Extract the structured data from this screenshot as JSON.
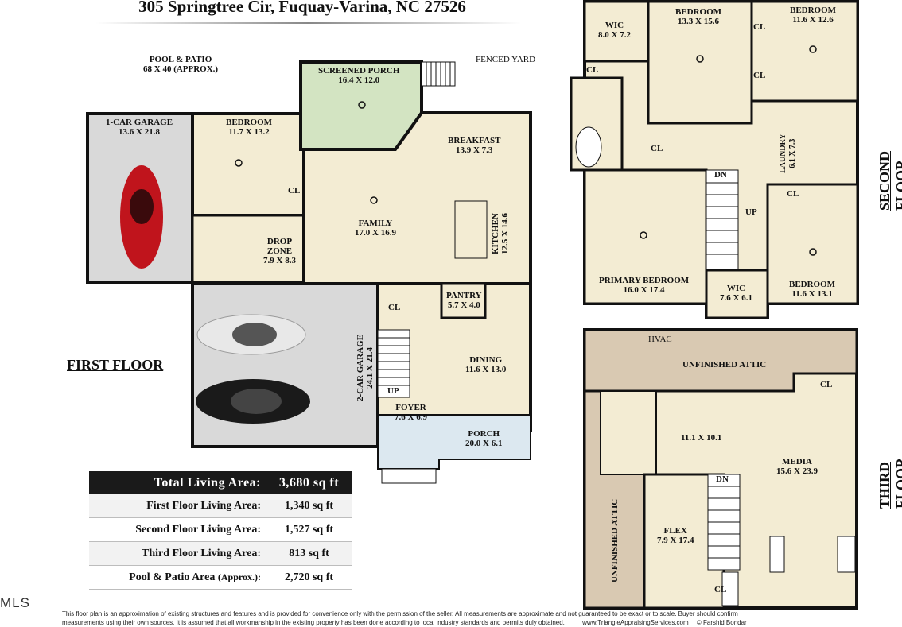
{
  "title": "305 Springtree Cir, Fuquay-Varina, NC 27526",
  "floors": {
    "first": "FIRST FLOOR",
    "second": "SECOND FLOOR",
    "third": "THIRD FLOOR"
  },
  "first_floor_rooms": {
    "pool_patio": {
      "name": "POOL & PATIO",
      "size": "68 X 40 (APPROX.)"
    },
    "fenced_yard": {
      "name": "FENCED YARD"
    },
    "garage1": {
      "name": "1-CAR GARAGE",
      "size": "13.6 X 21.8"
    },
    "bedroom": {
      "name": "BEDROOM",
      "size": "11.7 X 13.2"
    },
    "screened_porch": {
      "name": "SCREENED PORCH",
      "size": "16.4 X 12.0"
    },
    "breakfast": {
      "name": "BREAKFAST",
      "size": "13.9 X 7.3"
    },
    "family": {
      "name": "FAMILY",
      "size": "17.0 X 16.9"
    },
    "kitchen": {
      "name": "KITCHEN",
      "size": "12.5 X 14.6"
    },
    "closet": {
      "name": "CL"
    },
    "drop_zone": {
      "name1": "DROP",
      "name2": "ZONE",
      "size": "7.9 X 8.3"
    },
    "pantry": {
      "name": "PANTRY",
      "size": "5.7 X 4.0"
    },
    "closet2": {
      "name": "CL"
    },
    "garage2": {
      "name": "2-CAR GARAGE",
      "size": "24.1 X 21.4"
    },
    "dining": {
      "name": "DINING",
      "size": "11.6 X 13.0"
    },
    "up": {
      "name": "UP"
    },
    "foyer": {
      "name": "FOYER",
      "size": "7.6 X 6.9"
    },
    "porch": {
      "name": "PORCH",
      "size": "20.0 X 6.1"
    }
  },
  "second_floor_rooms": {
    "wic1": {
      "name": "WIC",
      "size": "8.0 X 7.2"
    },
    "bedroom1": {
      "name": "BEDROOM",
      "size": "13.3 X 15.6"
    },
    "bedroom2": {
      "name": "BEDROOM",
      "size": "11.6 X 12.6"
    },
    "cl1": {
      "name": "CL"
    },
    "cl2": {
      "name": "CL"
    },
    "cl3": {
      "name": "CL"
    },
    "cl4": {
      "name": "CL"
    },
    "cl5": {
      "name": "CL"
    },
    "laundry": {
      "name": "LAUNDRY",
      "size": "6.1 X 7.3"
    },
    "dn": {
      "name": "DN"
    },
    "up": {
      "name": "UP"
    },
    "primary": {
      "name": "PRIMARY BEDROOM",
      "size": "16.0 X 17.4"
    },
    "wic2": {
      "name": "WIC",
      "size": "7.6 X 6.1"
    },
    "bedroom3": {
      "name": "BEDROOM",
      "size": "11.6 X 13.1"
    }
  },
  "third_floor_rooms": {
    "hvac": {
      "name": "HVAC"
    },
    "attic_top": {
      "name": "UNFINISHED ATTIC"
    },
    "cl": {
      "name": "CL"
    },
    "room": {
      "size": "11.1 X 10.1"
    },
    "media": {
      "name": "MEDIA",
      "size": "15.6 X 23.9"
    },
    "attic_left": {
      "name": "UNFINISHED ATTIC"
    },
    "dn": {
      "name": "DN"
    },
    "flex": {
      "name": "FLEX",
      "size": "7.9 X 17.4"
    },
    "cl2": {
      "name": "CL"
    }
  },
  "summary": {
    "header_label": "Total Living Area:",
    "header_value": "3,680 sq ft",
    "rows": [
      {
        "label": "First Floor Living Area:",
        "value": "1,340 sq ft"
      },
      {
        "label": "Second Floor Living Area:",
        "value": "1,527 sq ft"
      },
      {
        "label": "Third Floor Living Area:",
        "value": "813 sq ft"
      },
      {
        "label": "Pool & Patio Area",
        "approx": "(Approx.):",
        "value": "2,720 sq ft"
      }
    ]
  },
  "disclaimer_line1": "This floor plan is an approximation of existing structures and features and is provided for convenience only with the permission of the seller.  All measurements are approximate and not guaranteed to be exact or to scale.  Buyer should confirm",
  "disclaimer_line2": "measurements using their own sources.  It is assumed that all workmanship in the existing property has been done according to local industry standards and permits duly obtained.",
  "credit_site": "www.TriangleAppraisingServices.com",
  "credit_copyright": "© Farshid Bondar",
  "mls_logo": "MLS",
  "colors": {
    "room_fill": "#f3ecd3",
    "garage_fill": "#d9d9d9",
    "screened_porch_fill": "#d3e4c2",
    "porch_fill": "#dce8f0",
    "attic_fill": "#d9c9b2",
    "wall": "#111111"
  }
}
